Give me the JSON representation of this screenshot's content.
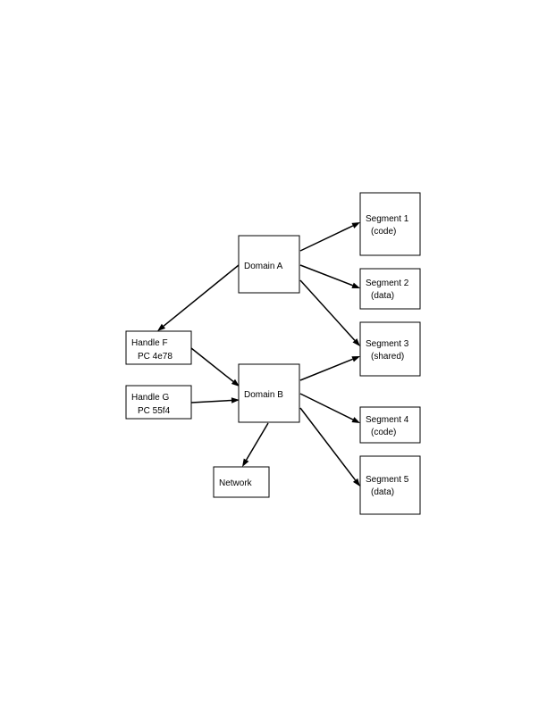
{
  "nodes": {
    "domain_a": {
      "line1": "Domain A",
      "line2": ""
    },
    "domain_b": {
      "line1": "Domain B",
      "line2": ""
    },
    "handle_f": {
      "line1": "Handle F",
      "line2": "PC 4e78"
    },
    "handle_g": {
      "line1": "Handle G",
      "line2": "PC 55f4"
    },
    "segment_1": {
      "line1": "Segment 1",
      "line2": "(code)"
    },
    "segment_2": {
      "line1": "Segment 2",
      "line2": "(data)"
    },
    "segment_3": {
      "line1": "Segment 3",
      "line2": "(shared)"
    },
    "segment_4": {
      "line1": "Segment 4",
      "line2": "(code)"
    },
    "segment_5": {
      "line1": "Segment 5",
      "line2": "(data)"
    },
    "network": {
      "line1": "Network",
      "line2": ""
    }
  },
  "edges": [
    {
      "from": "domain_a",
      "to": "segment_1"
    },
    {
      "from": "domain_a",
      "to": "segment_2"
    },
    {
      "from": "domain_a",
      "to": "segment_3"
    },
    {
      "from": "domain_a",
      "to": "handle_f"
    },
    {
      "from": "handle_f",
      "to": "domain_b"
    },
    {
      "from": "handle_g",
      "to": "domain_b"
    },
    {
      "from": "domain_b",
      "to": "segment_3"
    },
    {
      "from": "domain_b",
      "to": "segment_4"
    },
    {
      "from": "domain_b",
      "to": "segment_5"
    },
    {
      "from": "domain_b",
      "to": "network"
    }
  ]
}
